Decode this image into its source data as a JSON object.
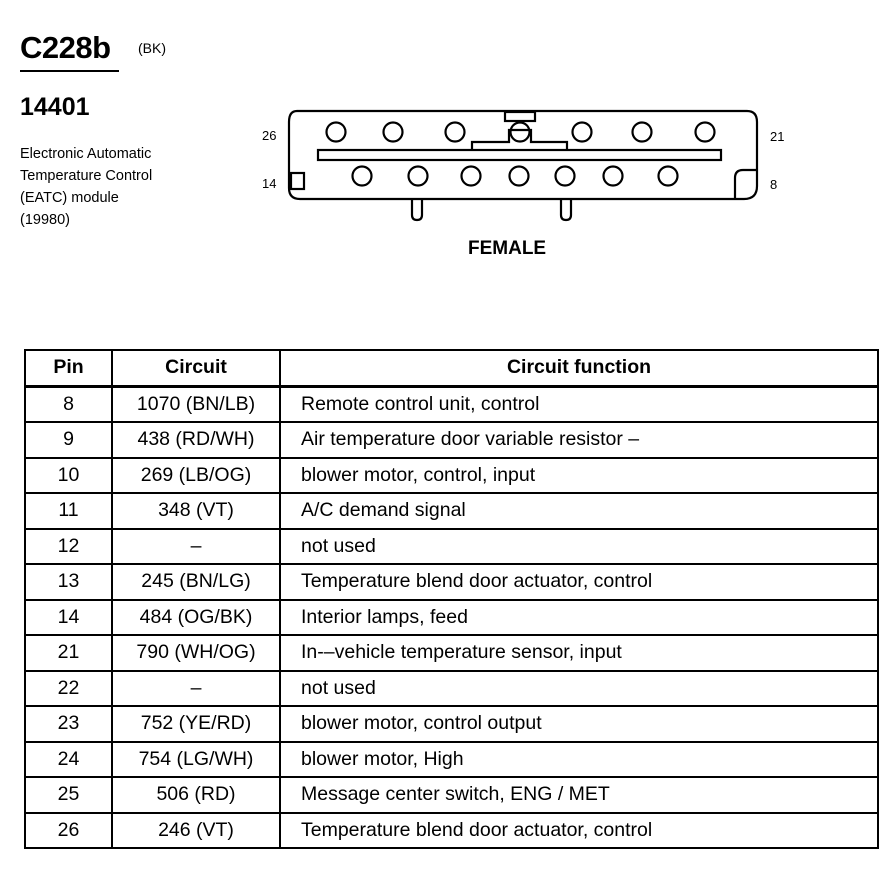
{
  "header": {
    "connector_id": "C228b",
    "connector_color": "(BK)",
    "part_number": "14401",
    "description_lines": [
      "Electronic Automatic",
      "Temperature Control",
      "(EATC) module",
      "(19980)"
    ]
  },
  "connector": {
    "top_left_pin": "26",
    "top_right_pin": "21",
    "bottom_left_pin": "14",
    "bottom_right_pin": "8",
    "gender": "FEMALE"
  },
  "table": {
    "columns": [
      "Pin",
      "Circuit",
      "Circuit function"
    ],
    "rows": [
      {
        "pin": "8",
        "circuit": "1070 (BN/LB)",
        "function": "Remote control unit, control"
      },
      {
        "pin": "9",
        "circuit": "438 (RD/WH)",
        "function": "Air temperature door variable resistor –"
      },
      {
        "pin": "10",
        "circuit": "269 (LB/OG)",
        "function": "blower motor, control, input"
      },
      {
        "pin": "11",
        "circuit": "348 (VT)",
        "function": "A/C demand signal"
      },
      {
        "pin": "12",
        "circuit": "–",
        "function": "not used"
      },
      {
        "pin": "13",
        "circuit": "245 (BN/LG)",
        "function": "Temperature blend door actuator, control"
      },
      {
        "pin": "14",
        "circuit": "484 (OG/BK)",
        "function": "Interior lamps, feed"
      },
      {
        "pin": "21",
        "circuit": "790 (WH/OG)",
        "function": "In-–vehicle temperature sensor, input"
      },
      {
        "pin": "22",
        "circuit": "–",
        "function": "not used"
      },
      {
        "pin": "23",
        "circuit": "752 (YE/RD)",
        "function": "blower motor, control output"
      },
      {
        "pin": "24",
        "circuit": "754 (LG/WH)",
        "function": "blower motor, High"
      },
      {
        "pin": "25",
        "circuit": "506 (RD)",
        "function": "Message center switch, ENG / MET"
      },
      {
        "pin": "26",
        "circuit": "246 (VT)",
        "function": "Temperature blend door actuator, control"
      }
    ]
  }
}
